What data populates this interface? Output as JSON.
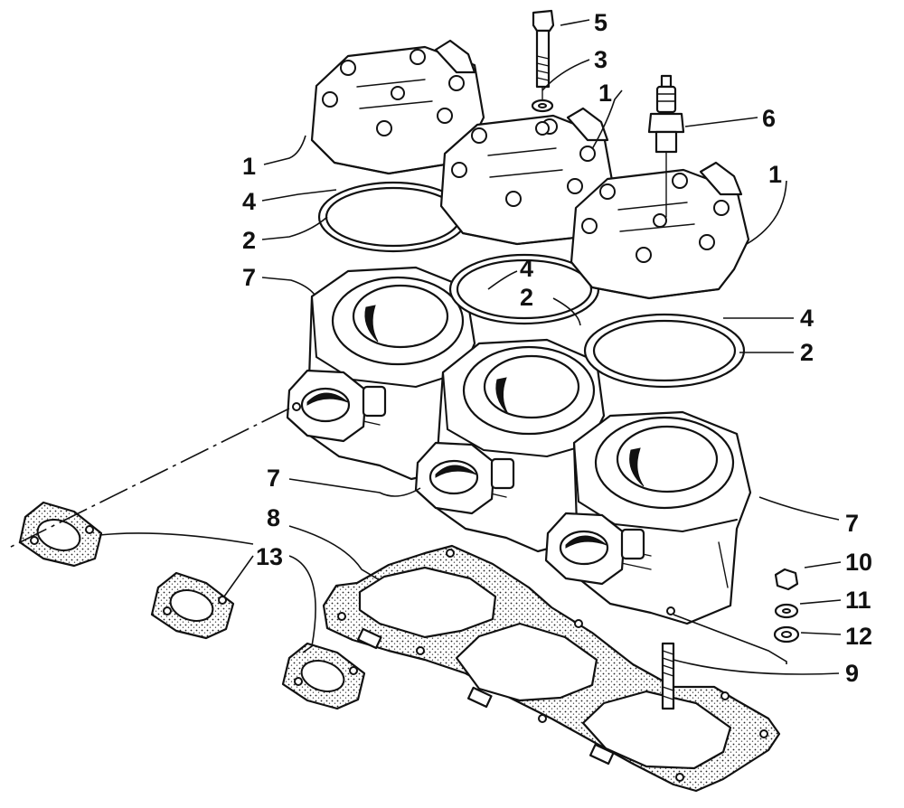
{
  "callouts": {
    "c1a": "1",
    "c1b": "1",
    "c1c": "1",
    "c2a": "2",
    "c2b": "2",
    "c2c": "2",
    "c3": "3",
    "c4a": "4",
    "c4b": "4",
    "c4c": "4",
    "c5": "5",
    "c6": "6",
    "c7a": "7",
    "c7b": "7",
    "c7c": "7",
    "c8": "8",
    "c9": "9",
    "c10": "10",
    "c11": "11",
    "c12": "12",
    "c13": "13"
  }
}
